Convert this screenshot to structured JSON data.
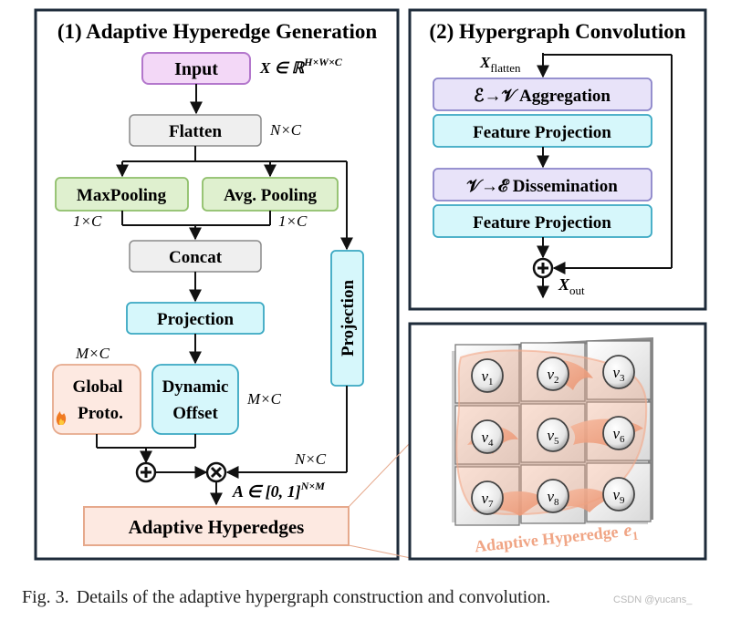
{
  "panel1": {
    "title": "(1) Adaptive Hyperedge Generation",
    "input": "Input",
    "input_shape": "X ∈ ℝ",
    "input_shape_sup": "H×W×C",
    "flatten": "Flatten",
    "flatten_dim": "N×C",
    "maxpool": "MaxPooling",
    "avgpool": "Avg. Pooling",
    "maxpool_dim": "1×C",
    "avgpool_dim": "1×C",
    "concat": "Concat",
    "projection": "Projection",
    "side_projection": "Projection",
    "proto_dim": "M×C",
    "global_line1": "Global",
    "global_line2": "Proto.",
    "dynamic_line1": "Dynamic",
    "dynamic_line2": "Offset",
    "offset_dim": "M×C",
    "side_dim": "N×C",
    "a_label": "A ∈ [0, 1]",
    "a_sup": "N×M",
    "output": "Adaptive Hyperedges"
  },
  "panel2": {
    "title": "(2) Hypergraph Convolution",
    "x_in": "X",
    "x_in_sub": "flatten",
    "aggregation": "ℰ→𝒱 Aggregation",
    "feature_projection_1": "Feature Projection",
    "dissemination": "𝒱→ℰ Dissemination",
    "feature_projection_2": "Feature Projection",
    "x_out": "X",
    "x_out_sub": "out"
  },
  "panel3": {
    "nodes": [
      "v1",
      "v2",
      "v3",
      "v4",
      "v5",
      "v6",
      "v7",
      "v8",
      "v9"
    ],
    "node_letter": "v",
    "node_subs": [
      "1",
      "2",
      "3",
      "4",
      "5",
      "6",
      "7",
      "8",
      "9"
    ],
    "hyperedge_label": "Adaptive Hyperedge",
    "hyperedge_symbol": "e",
    "hyperedge_sub": "1"
  },
  "caption": {
    "label": "Fig. 3.",
    "text": "Details of the adaptive hypergraph construction and convolution."
  },
  "watermark": "CSDN @yucans_",
  "colors": {
    "panel_border": "#1e2b3a",
    "input_fill": "#f3d8f7",
    "input_stroke": "#b377cc",
    "gray_fill": "#efefef",
    "green_fill": "#dff0cf",
    "green_stroke": "#8fbf6a",
    "cyan_fill": "#d6f7fb",
    "cyan_stroke": "#3aa8c2",
    "peach_fill": "#fde9e1",
    "peach_stroke": "#e6a98c",
    "lavender_fill": "#e8e3f9",
    "lavender_stroke": "#8b84c9",
    "hyperedge_text": "#f0a585",
    "fire": "#f07a22"
  },
  "icons": [
    "fire-icon",
    "add-icon",
    "multiply-icon"
  ]
}
